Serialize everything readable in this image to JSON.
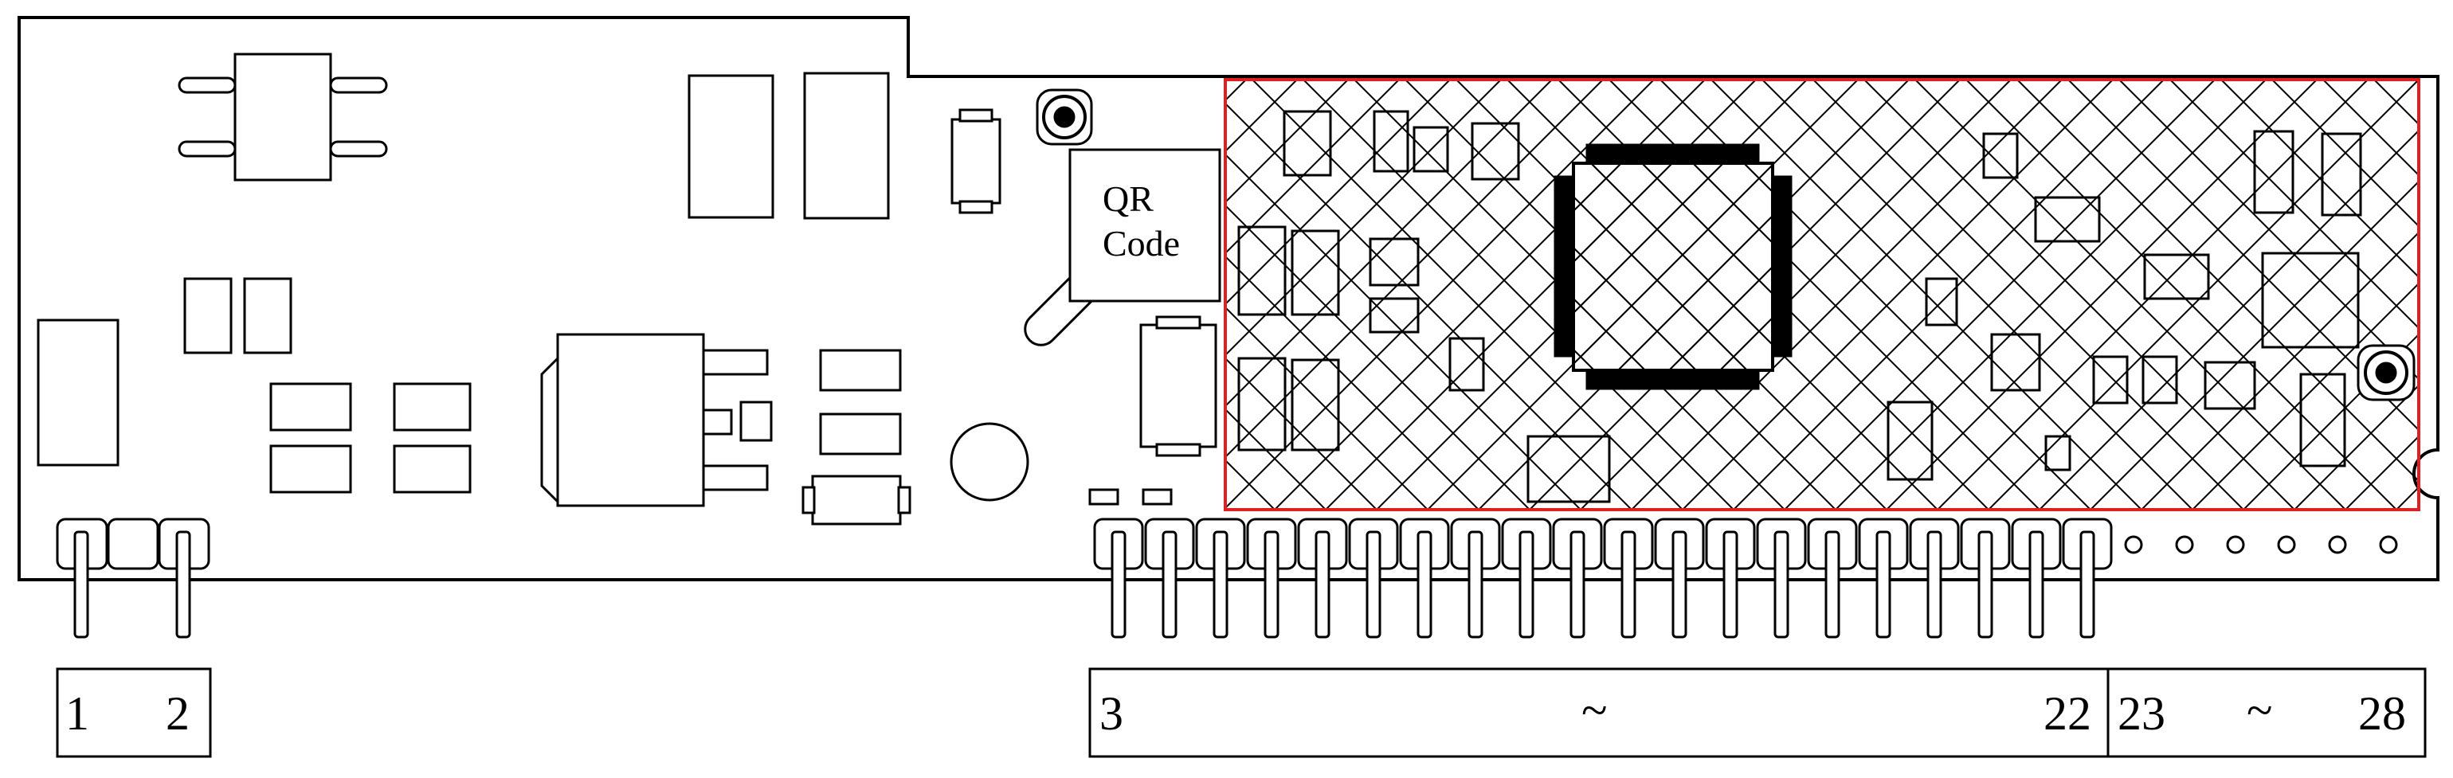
{
  "qr_label": {
    "line1": "QR",
    "line2": "Code"
  },
  "pin_labels": {
    "left_first": "1",
    "left_second": "2",
    "mid_first": "3",
    "mid_tilde": "~",
    "mid_last": "22",
    "right_first": "23",
    "right_tilde": "~",
    "right_last": "28"
  },
  "colors": {
    "outline": "#000000",
    "highlight_border": "#e02020",
    "background": "#ffffff"
  }
}
